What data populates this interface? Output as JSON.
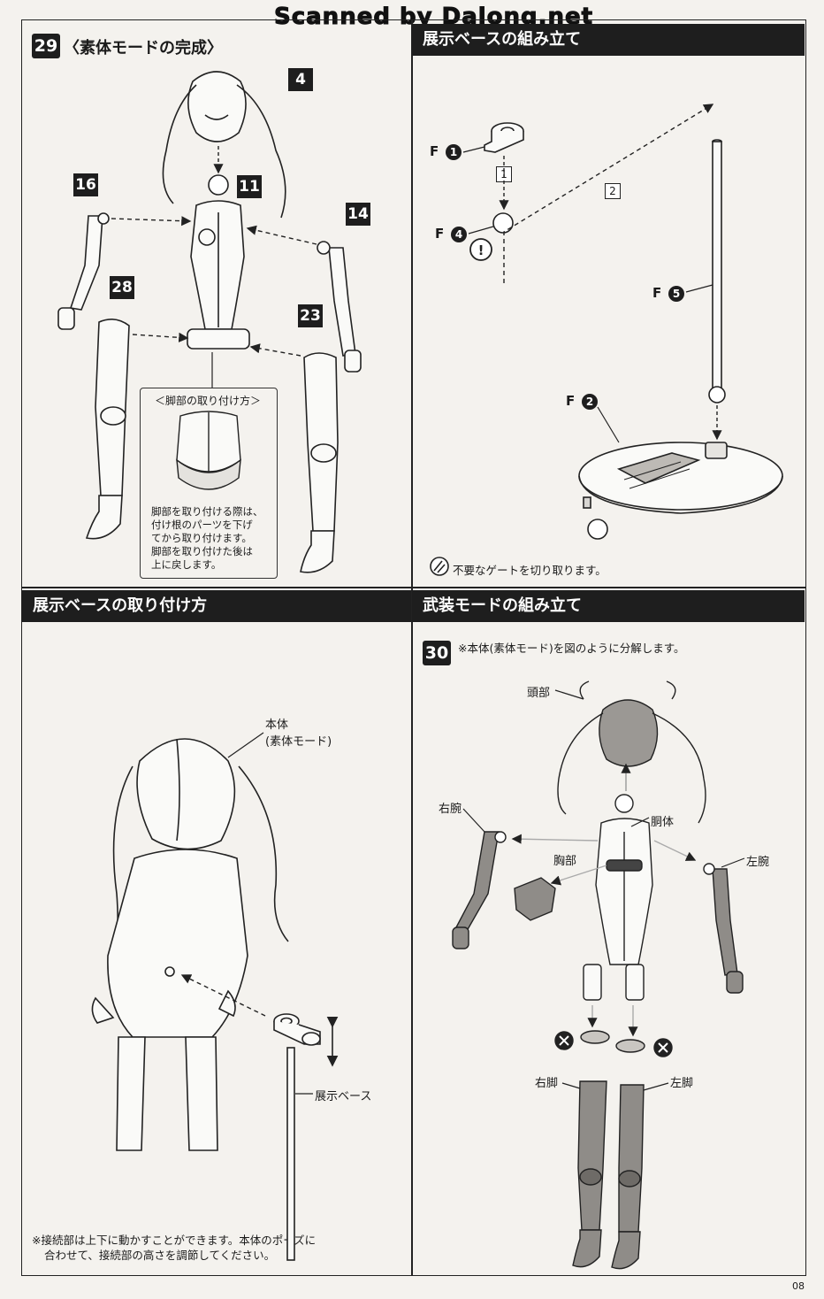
{
  "watermark": "Scanned by Dalong.net",
  "step29": {
    "number": "29",
    "title": "〈素体モードの完成〉"
  },
  "parts29": {
    "p4": "4",
    "p11": "11",
    "p16": "16",
    "p14": "14",
    "p28": "28",
    "p23": "23"
  },
  "callout29": {
    "title": "＜脚部の取り付け方＞",
    "lines": [
      "脚部を取り付ける際は、",
      "付け根のパーツを下げ",
      "てから取り付けます。",
      "脚部を取り付けた後は",
      "上に戻します。"
    ]
  },
  "section_base_assembly": {
    "title": "展示ベースの組み立て",
    "labels": {
      "f1": "F",
      "n1": "1",
      "f4": "F",
      "n4": "4",
      "f5": "F",
      "n5": "5",
      "f2": "F",
      "n2": "2"
    },
    "steps": {
      "s1": "1",
      "s2": "2"
    },
    "gate_note": "不要なゲートを切り取ります。"
  },
  "section_base_attach": {
    "title": "展示ベースの取り付け方",
    "body_label": [
      "本体",
      "(素体モード)"
    ],
    "base_label": "展示ベース",
    "note": [
      "※接続部は上下に動かすことができます。本体のポーズに",
      "合わせて、接続部の高さを調節してください。"
    ]
  },
  "section_armed": {
    "title": "武装モードの組み立て"
  },
  "step30": {
    "number": "30",
    "instruction": "※本体(素体モード)を図のように分解します。",
    "labels": {
      "head": "頭部",
      "right_arm": "右腕",
      "torso": "胴体",
      "chest": "胸部",
      "left_arm": "左腕",
      "right_leg": "右脚",
      "left_leg": "左脚"
    }
  },
  "page_number": "08"
}
